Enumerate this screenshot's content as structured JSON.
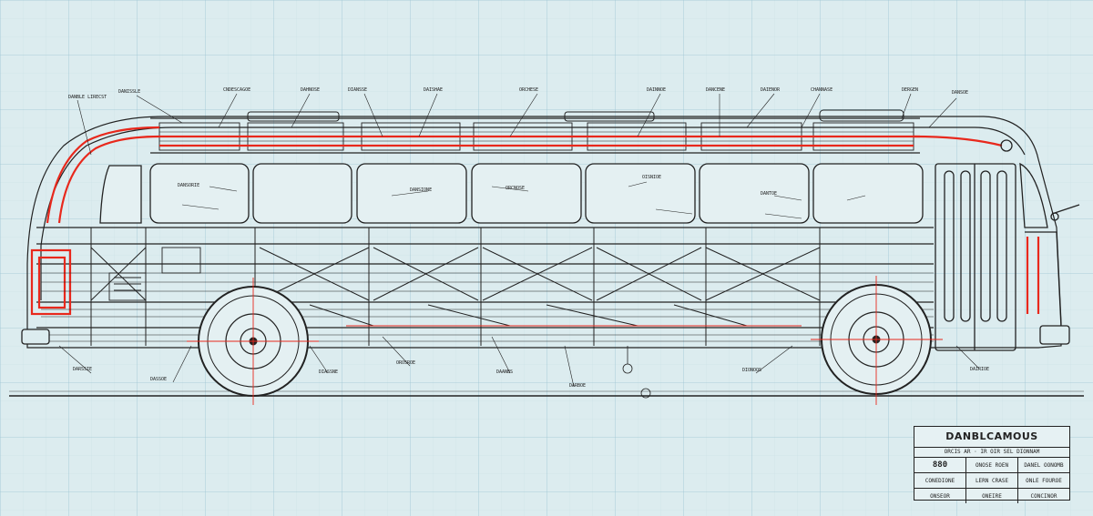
{
  "colors": {
    "paper": "#dcecef",
    "grid": "#9ec6d4",
    "linework": "#222222",
    "highlight": "#e8281c"
  },
  "title_block": {
    "title": "DANBLCAMOUS",
    "subtitle": "ORCIS AR · IR OIR SEL DIONNAM",
    "code": "880",
    "rows": [
      [
        "880",
        "ONOSE ROEN",
        "DANEL OONOMB"
      ],
      [
        "CONEDIONE",
        "LERN CRASE",
        "ONLE FOUROE"
      ],
      [
        "ONSEOR",
        "ONEIRE",
        "CONCINOR"
      ]
    ]
  },
  "callouts": [
    "DANBLE LIRECST",
    "DANISSLE",
    "CNDESCAGOE",
    "DAHNOSE",
    "DIANSSE",
    "DAISHAE",
    "ORCHESE",
    "DAINNOE",
    "DANCENE",
    "DAIENOR",
    "CHANNASE",
    "DERGEN",
    "DANSOE",
    "DARSSIE",
    "DASSOE",
    "DIASSNE",
    "OROSROE",
    "DAANBS",
    "DARBOE",
    "DIONOOS",
    "DAIRIOE",
    "DANSORIE",
    "DANSIONE",
    "ORCNOSE",
    "OISNIOE",
    "DANTOE"
  ]
}
